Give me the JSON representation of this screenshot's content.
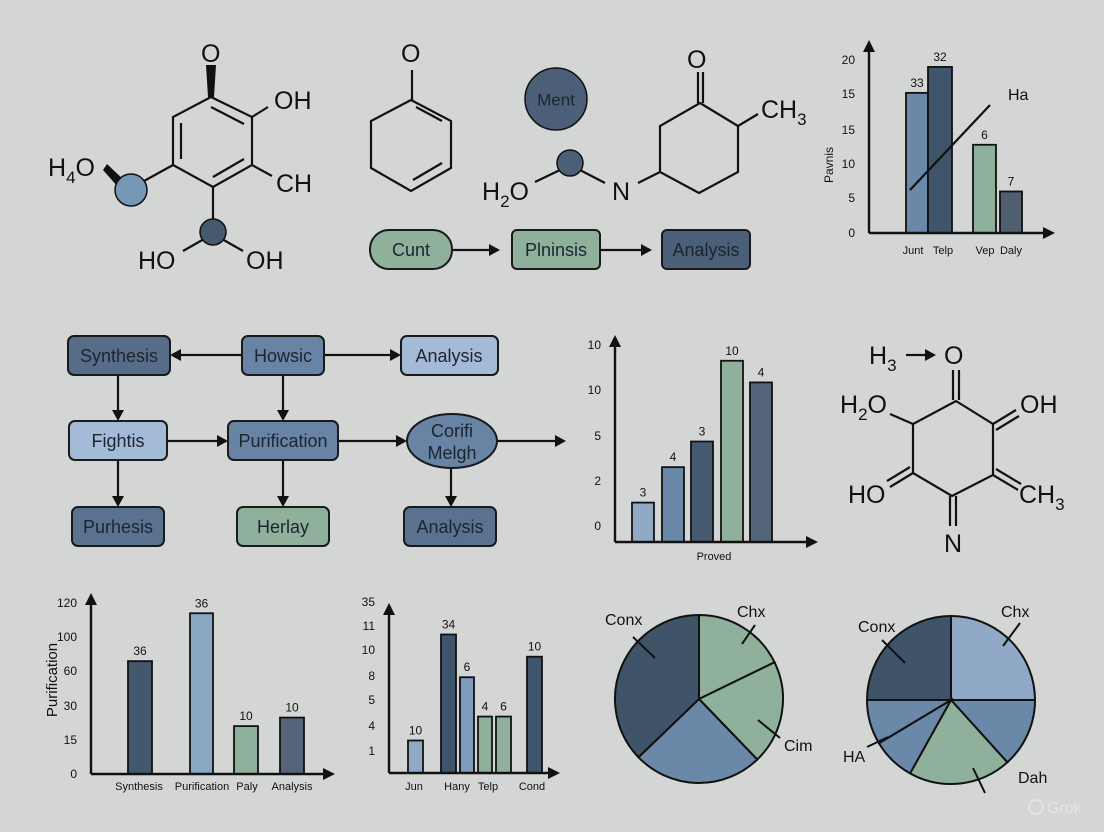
{
  "palette": {
    "background": "#d4d6d5",
    "dark": "#4b5f78",
    "mid": "#6a88a8",
    "light": "#a3bbd6",
    "green": "#8fb09a"
  },
  "molecule1": {
    "o_top": "O",
    "oh_right": "OH",
    "ch": "CH",
    "h4o_h": "H",
    "h4o_sub": "4",
    "h4o_o": "O",
    "ho": "HO",
    "oh_bottom": "OH"
  },
  "molecule2": {
    "o_top": "O"
  },
  "ment_circle": {
    "label": "Ment"
  },
  "molecule3": {
    "o_top": "O",
    "ch3_c": "CH",
    "ch3_sub": "3",
    "n": "N",
    "h2o_h": "H",
    "h2o_sub": "2",
    "h2o_o": "O"
  },
  "top_flow": {
    "steps": [
      "Cunt",
      "Plninsis",
      "Analysis"
    ]
  },
  "flowchart": {
    "row1": [
      "Synthesis",
      "Howsic",
      "Analysis"
    ],
    "row2": [
      "Fightis",
      "Purification"
    ],
    "ellipse": [
      "Corifi",
      "Melgh"
    ],
    "row3": [
      "Purhesis",
      "Herlay",
      "Analysis"
    ]
  },
  "molecule4": {
    "h3_h": "H",
    "h3_sub": "3",
    "o_top": "O",
    "h2o_h": "H",
    "h2o_sub": "2",
    "h2o_o": "O",
    "oh": "OH",
    "ho": "HO",
    "ch3_c": "CH",
    "ch3_sub": "3",
    "n": "N"
  },
  "chart_data": [
    {
      "type": "bar",
      "ylabel": "Pavnis",
      "yticks": [
        "0",
        "5",
        "10",
        "15",
        "15",
        "20"
      ],
      "categories": [
        "Junt",
        "Telp",
        "Vep",
        "Daly"
      ],
      "value_labels": [
        "33",
        "32",
        "6",
        "7"
      ],
      "levels": [
        0.81,
        0.96,
        0.51,
        0.24
      ],
      "annotation": "Ha",
      "trend_line": true,
      "grid": false
    },
    {
      "type": "bar",
      "xlabel": "Proved",
      "yticks": [
        "0",
        "2",
        "5",
        "10",
        "10"
      ],
      "value_labels": [
        "3",
        "4",
        "3",
        "10",
        "4"
      ],
      "levels": [
        0.2,
        0.38,
        0.51,
        0.92,
        0.81
      ],
      "grid": false
    },
    {
      "type": "bar",
      "ylabel": "Purification",
      "yticks": [
        "0",
        "15",
        "30",
        "60",
        "100",
        "120"
      ],
      "categories": [
        "Synthesis",
        "Purification",
        "Paly",
        "Analysis"
      ],
      "value_labels": [
        "36",
        "36",
        "10",
        "10"
      ],
      "levels": [
        0.66,
        0.94,
        0.28,
        0.33
      ],
      "grid": false
    },
    {
      "type": "bar",
      "yticks": [
        "1",
        "4",
        "5",
        "8",
        "10",
        "11",
        "35"
      ],
      "categories": [
        "Jun",
        "Hany",
        "Telp",
        "Cond"
      ],
      "value_labels": [
        "10",
        "34",
        "6",
        "4",
        "6",
        "10"
      ],
      "levels": [
        0.19,
        0.81,
        0.56,
        0.33,
        0.33,
        0.68
      ],
      "grid": false
    },
    {
      "type": "pie",
      "slices": [
        {
          "label": "Chx",
          "percent": 17.8,
          "color": "#8fb09a"
        },
        {
          "label": "Cim",
          "percent": 20,
          "color": "#8fb09a"
        },
        {
          "label": "",
          "percent": 25,
          "color": "#6a88a8"
        },
        {
          "label": "Conx",
          "percent": 37.2,
          "color": "#3f5468"
        }
      ]
    },
    {
      "type": "pie",
      "slices": [
        {
          "label": "Chx",
          "percent": 25,
          "color": "#8fa9c6"
        },
        {
          "label": "",
          "percent": 13.3,
          "color": "#6a88a8"
        },
        {
          "label": "Dah",
          "percent": 19.8,
          "color": "#8fb09a"
        },
        {
          "label": "",
          "percent": 8.3,
          "color": "#6a88a8"
        },
        {
          "label": "HA",
          "percent": 8.6,
          "color": "#6a88a8"
        },
        {
          "label": "Conx",
          "percent": 25,
          "color": "#3f5468"
        }
      ]
    }
  ],
  "watermark": "Grok"
}
